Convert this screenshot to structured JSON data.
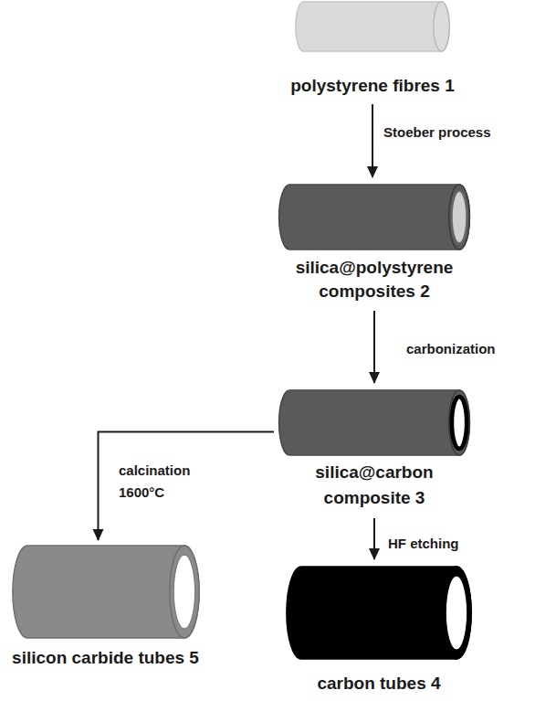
{
  "diagram": {
    "nodes": [
      {
        "text": [
          "polystyrene fibres 1"
        ]
      },
      {
        "text": [
          "silica@polystyrene composites 2"
        ]
      },
      {
        "text": [
          "silica@carbon composite 3"
        ]
      },
      {
        "text": [
          "silicon carbide tubes 5"
        ]
      },
      {
        "text": [
          "carbon tubes 4"
        ]
      }
    ],
    "edges": [
      {
        "from": 0,
        "to": 1,
        "arrow": "to",
        "label": "Stoeber process"
      },
      {
        "from": 1,
        "to": 2,
        "arrow": "to",
        "label": "carbonization"
      },
      {
        "from": 2,
        "to": 3,
        "arrow": "to",
        "label": "calcination 1600°C"
      },
      {
        "from": 2,
        "to": 4,
        "arrow": "to",
        "label": "HF etching"
      }
    ]
  }
}
